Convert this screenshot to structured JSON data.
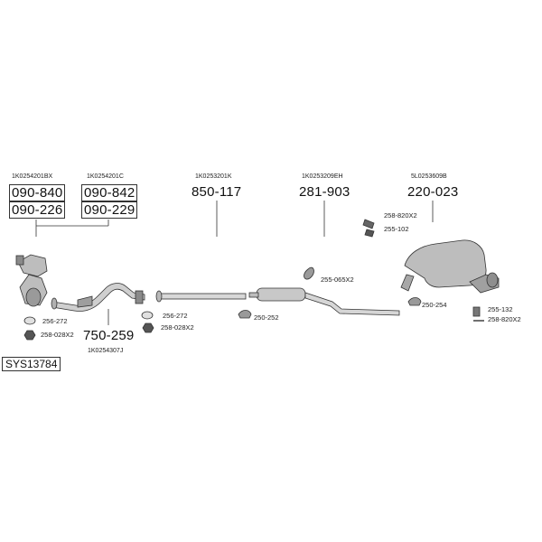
{
  "groups": [
    {
      "oem": "1K0254201BX",
      "parts": [
        "090-840",
        "090-226"
      ]
    },
    {
      "oem": "1K0254201C",
      "parts": [
        "090-842",
        "090-229"
      ]
    }
  ],
  "centre_pipe": {
    "oem": "1K0253201K",
    "part": "850-117"
  },
  "middle_silencer": {
    "oem": "1K0253209EH",
    "part": "281-903"
  },
  "rear_silencer": {
    "oem": "5L0253609B",
    "part": "220-023"
  },
  "front_pipe": {
    "oem": "1K0254307J",
    "part": "750-259"
  },
  "small_parts": {
    "p1": "256-272",
    "p2": "258-028X2",
    "p3": "256-272",
    "p4": "258-028X2",
    "p5": "250-252",
    "p6": "255-065X2",
    "p7": "258-820X2",
    "p8": "255-102",
    "p9": "250-254",
    "p10": "255-132",
    "p11": "258-820X2"
  },
  "system_code": "SYS13784"
}
